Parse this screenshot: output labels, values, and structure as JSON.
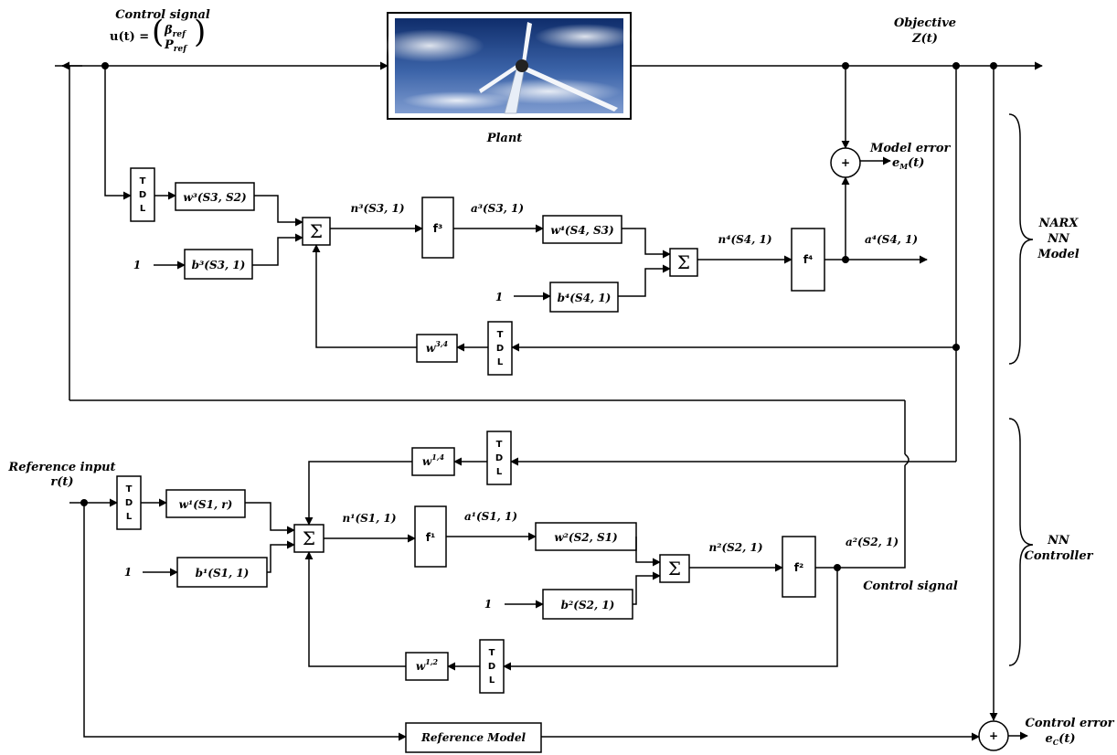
{
  "top": {
    "control_signal_title": "Control signal",
    "control_signal_eq_lhs": "u(t) =",
    "beta_ref": "β",
    "beta_ref_sub": "ref",
    "p_ref": "P",
    "p_ref_sub": "ref",
    "plant_label": "Plant",
    "objective_title": "Objective",
    "objective_var": "Z(t)",
    "model_error_title": "Model error",
    "model_error_var": "e",
    "model_error_sub": "M",
    "model_error_arg": "(t)"
  },
  "narx": {
    "brace_label_1": "NARX",
    "brace_label_2": "NN",
    "brace_label_3": "Model",
    "tdl_1": [
      "T",
      "D",
      "L"
    ],
    "tdl_2": [
      "T",
      "D",
      "L"
    ],
    "w3": "w³(S3, S2)",
    "b3": "b³(S3, 1)",
    "one_a": "1",
    "sum_a": "Σ",
    "n3": "n³(S3, 1)",
    "f3": "f³",
    "a3": "a³(S3, 1)",
    "w4": "w⁴(S4, S3)",
    "b4": "b⁴(S4, 1)",
    "one_b": "1",
    "sum_b": "Σ",
    "n4": "n⁴(S4, 1)",
    "f4": "f⁴",
    "a4": "a⁴(S4, 1)",
    "w34": "w",
    "w34_sup": "3,4",
    "plus": "+"
  },
  "controller": {
    "brace_label_1": "NN",
    "brace_label_2": "Controller",
    "ref_input_title": "Reference input",
    "ref_input_var": "r(t)",
    "tdl_1": [
      "T",
      "D",
      "L"
    ],
    "tdl_2": [
      "T",
      "D",
      "L"
    ],
    "tdl_3": [
      "T",
      "D",
      "L"
    ],
    "w14": "w",
    "w14_sup": "1,4",
    "w1": "w¹(S1, r)",
    "b1": "b¹(S1, 1)",
    "one_a": "1",
    "sum_a": "Σ",
    "n1": "n¹(S1, 1)",
    "f1": "f¹",
    "a1": "a¹(S1, 1)",
    "w2": "w²(S2, S1)",
    "b2": "b²(S2, 1)",
    "one_b": "1",
    "sum_b": "Σ",
    "n2": "n²(S2, 1)",
    "f2": "f²",
    "a2": "a²(S2, 1)",
    "control_signal_label": "Control signal",
    "w12": "w",
    "w12_sup": "1,2",
    "reference_model": "Reference Model",
    "control_error_title": "Control error",
    "control_error_var": "e",
    "control_error_sub": "C",
    "control_error_arg": "(t)",
    "plus": "+"
  }
}
